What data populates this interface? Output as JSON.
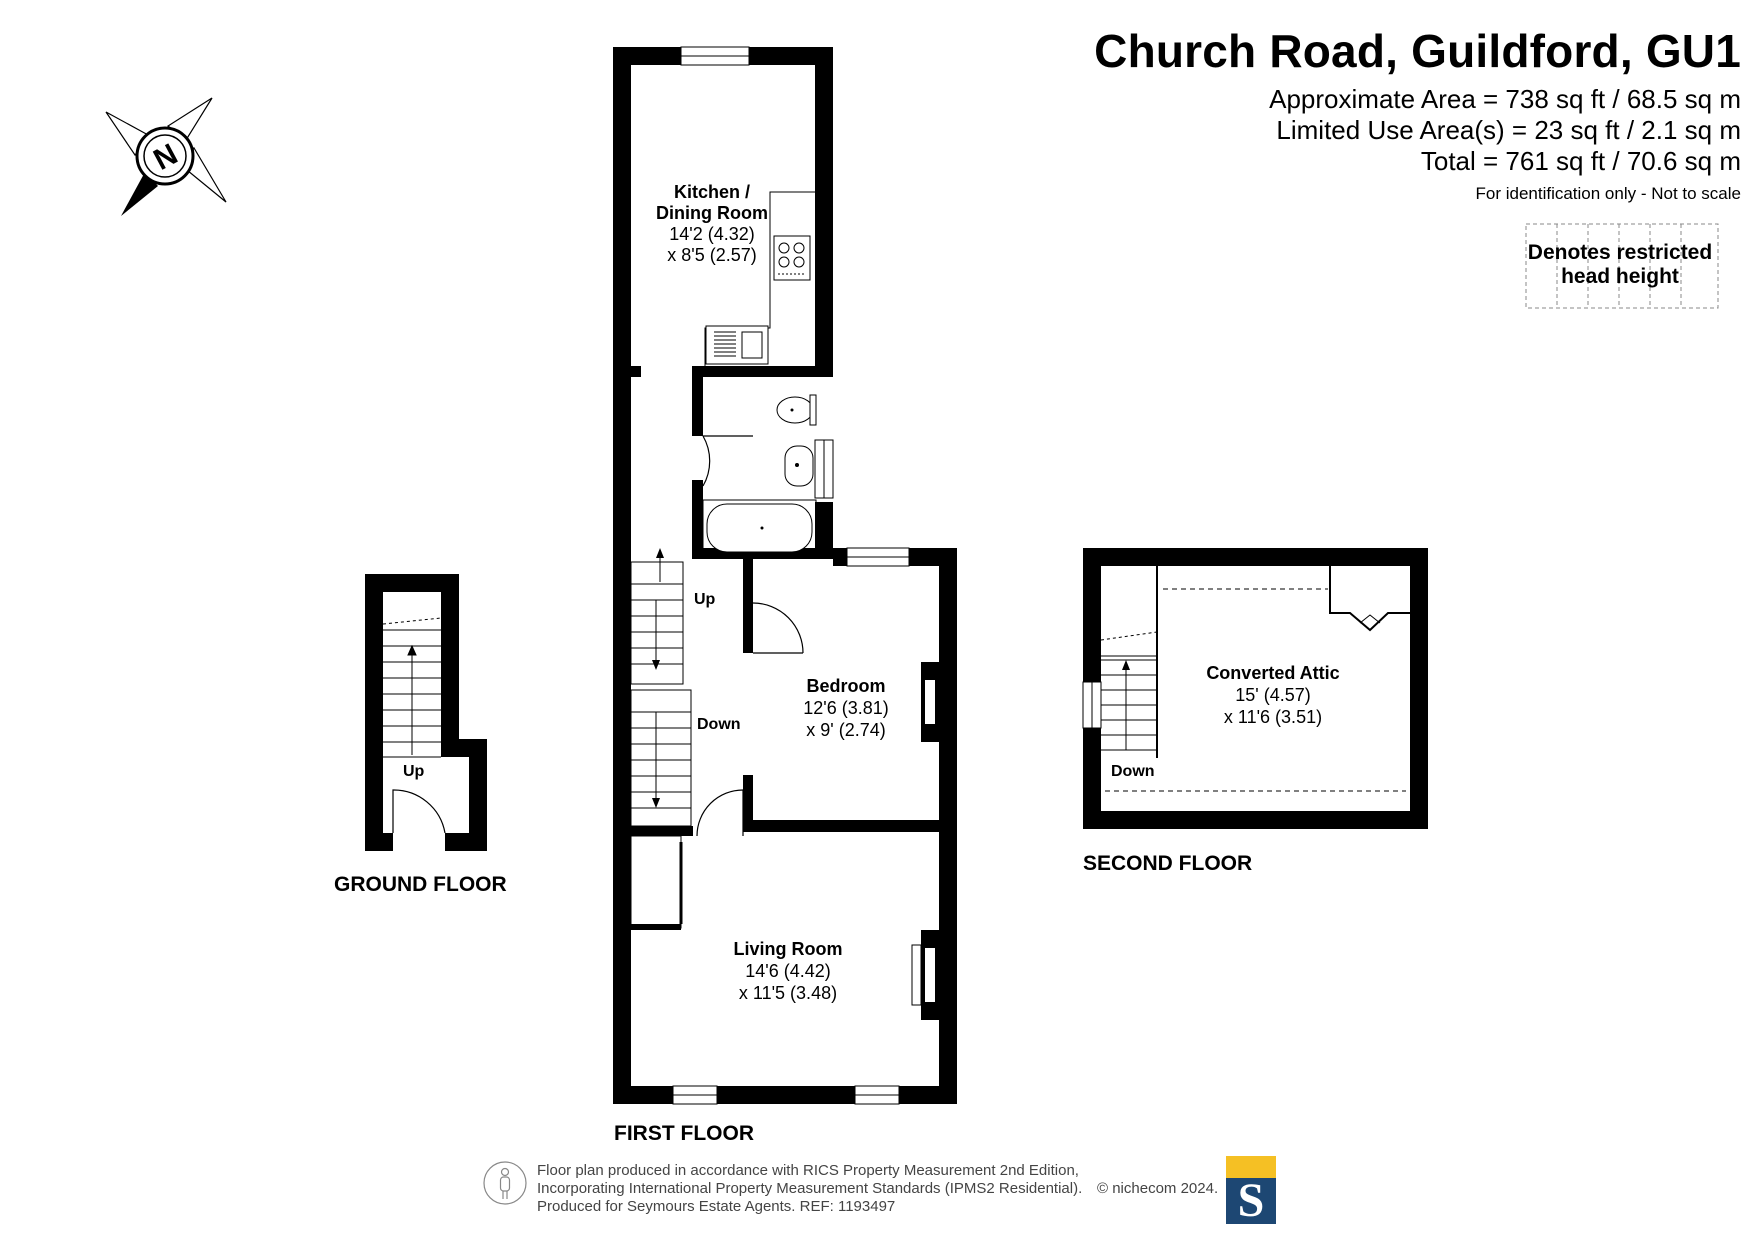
{
  "header": {
    "title": "Church Road, Guildford, GU1",
    "approx_area": "Approximate Area = 738 sq ft / 68.5 sq m",
    "limited_use": "Limited Use Area(s) = 23 sq ft / 2.1 sq m",
    "total": "Total = 761 sq ft / 70.6 sq m",
    "note": "For identification only - Not to scale"
  },
  "legend": {
    "line1": "Denotes restricted",
    "line2": "head height"
  },
  "compass": {
    "letter": "N"
  },
  "floors": {
    "ground": {
      "label": "GROUND FLOOR",
      "stairs_label": "Up"
    },
    "first": {
      "label": "FIRST FLOOR",
      "kitchen": {
        "name1": "Kitchen /",
        "name2": "Dining Room",
        "dim1": "14'2 (4.32)",
        "dim2": "x 8'5 (2.57)"
      },
      "bedroom": {
        "name": "Bedroom",
        "dim1": "12'6 (3.81)",
        "dim2": "x 9' (2.74)"
      },
      "living": {
        "name": "Living Room",
        "dim1": "14'6 (4.42)",
        "dim2": "x 11'5 (3.48)"
      },
      "stairs_up": "Up",
      "stairs_down": "Down"
    },
    "second": {
      "label": "SECOND FLOOR",
      "attic": {
        "name": "Converted Attic",
        "dim1": "15' (4.57)",
        "dim2": "x 11'6 (3.51)"
      },
      "stairs_down": "Down"
    }
  },
  "footer": {
    "line1": "Floor plan produced in accordance with RICS Property Measurement 2nd Edition,",
    "line2": "Incorporating International Property Measurement Standards (IPMS2 Residential).",
    "line3": "Produced for Seymours Estate Agents.   REF: 1193497",
    "copyright": "© nichecom 2024.",
    "logo_letter": "S"
  },
  "colors": {
    "wall": "#000000",
    "logo_yellow": "#f5c024",
    "logo_blue": "#1d4773"
  }
}
